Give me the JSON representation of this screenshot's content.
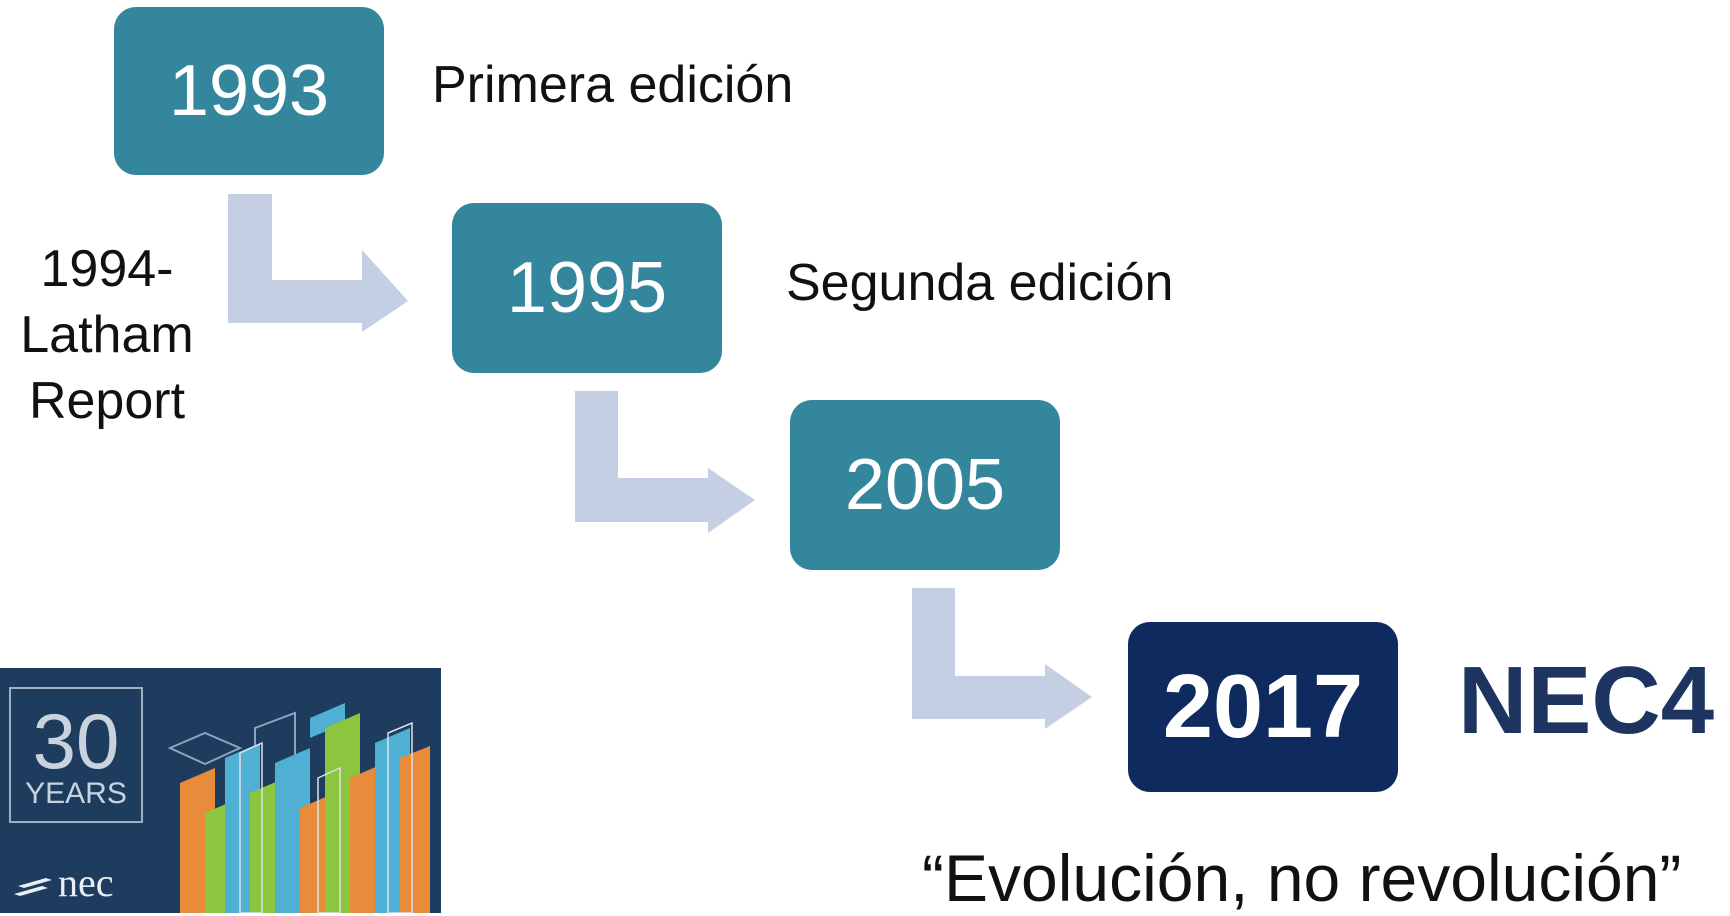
{
  "timeline": [
    {
      "year": "1993",
      "label": "Primera edición"
    },
    {
      "year": "1995",
      "label": "Segunda edición"
    },
    {
      "year": "2005",
      "label": ""
    },
    {
      "year": "2017",
      "label": "NEC4"
    }
  ],
  "side_note": {
    "line1": "1994-",
    "line2": "Latham",
    "line3": "Report"
  },
  "quote": "“Evolución, no revolución”",
  "logo": {
    "number": "30",
    "word": "YEARS",
    "brand": "nec"
  },
  "colors": {
    "box": "#34869c",
    "box_final": "#0e2a5e",
    "nec4_text": "#1d3461",
    "arrow": "#c5cfe4",
    "logo_bg": "#1d3c5e"
  }
}
